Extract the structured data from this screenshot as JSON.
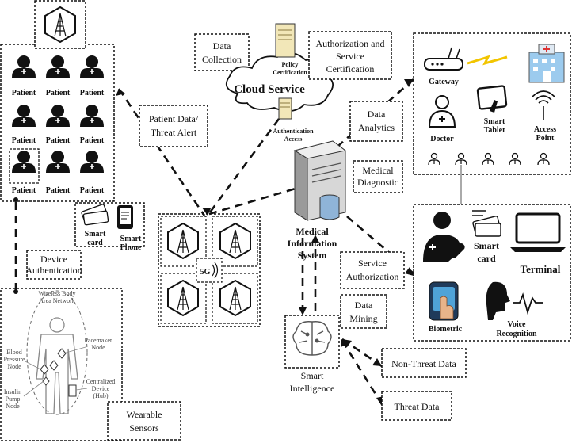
{
  "cloud": {
    "title": "Cloud Service",
    "policy_line1": "Policy",
    "policy_line2": "Certification",
    "auth_line1": "Authentication",
    "auth_line2": "Access"
  },
  "boxes": {
    "data_collection": [
      "Data",
      "Collection"
    ],
    "authorization_service": [
      "Authorization and",
      "Service",
      "Certification"
    ],
    "patient_data": [
      "Patient Data/",
      "Threat Alert"
    ],
    "data_analytics": [
      "Data",
      "Analytics"
    ],
    "medical_diagnostic": [
      "Medical",
      "Diagnostic"
    ],
    "device_authentication": [
      "Device",
      "Authentication"
    ],
    "service_authorization": [
      "Service",
      "Authorization"
    ],
    "data_mining": [
      "Data",
      "Mining"
    ],
    "non_threat": "Non-Threat Data",
    "threat": "Threat Data",
    "wearable": [
      "Wearable",
      "Sensors"
    ]
  },
  "patients": [
    "Patient",
    "Patient",
    "Patient",
    "Patient",
    "Patient",
    "Patient",
    "Patient",
    "Patient",
    "Patient"
  ],
  "devices": {
    "smart_card": [
      "Smart",
      "card"
    ],
    "smart_phone": [
      "Smart",
      "Phone"
    ]
  },
  "network": {
    "label": "5G"
  },
  "mis": [
    "Medical",
    "Information",
    "System"
  ],
  "intelligence": [
    "Smart",
    "Intelligence"
  ],
  "hospital": {
    "gateway": "Gateway",
    "doctor": "Doctor",
    "tablet": [
      "Smart",
      "Tablet"
    ],
    "access_point": [
      "Access",
      "Point"
    ]
  },
  "auth_methods": {
    "smart_card": [
      "Smart",
      "card"
    ],
    "terminal": "Terminal",
    "biometric": "Biometric",
    "voice": [
      "Voice",
      "Recognition"
    ]
  },
  "wban": {
    "title": [
      "Wireless Body",
      "Area Network"
    ],
    "blood": [
      "Blood",
      "Pressure",
      "Node"
    ],
    "pacemaker": [
      "Pacemaker",
      "Node"
    ],
    "insulin": [
      "Insulin",
      "Pump",
      "Node"
    ],
    "central": [
      "Centralized",
      "Device",
      "(Hub)"
    ]
  }
}
